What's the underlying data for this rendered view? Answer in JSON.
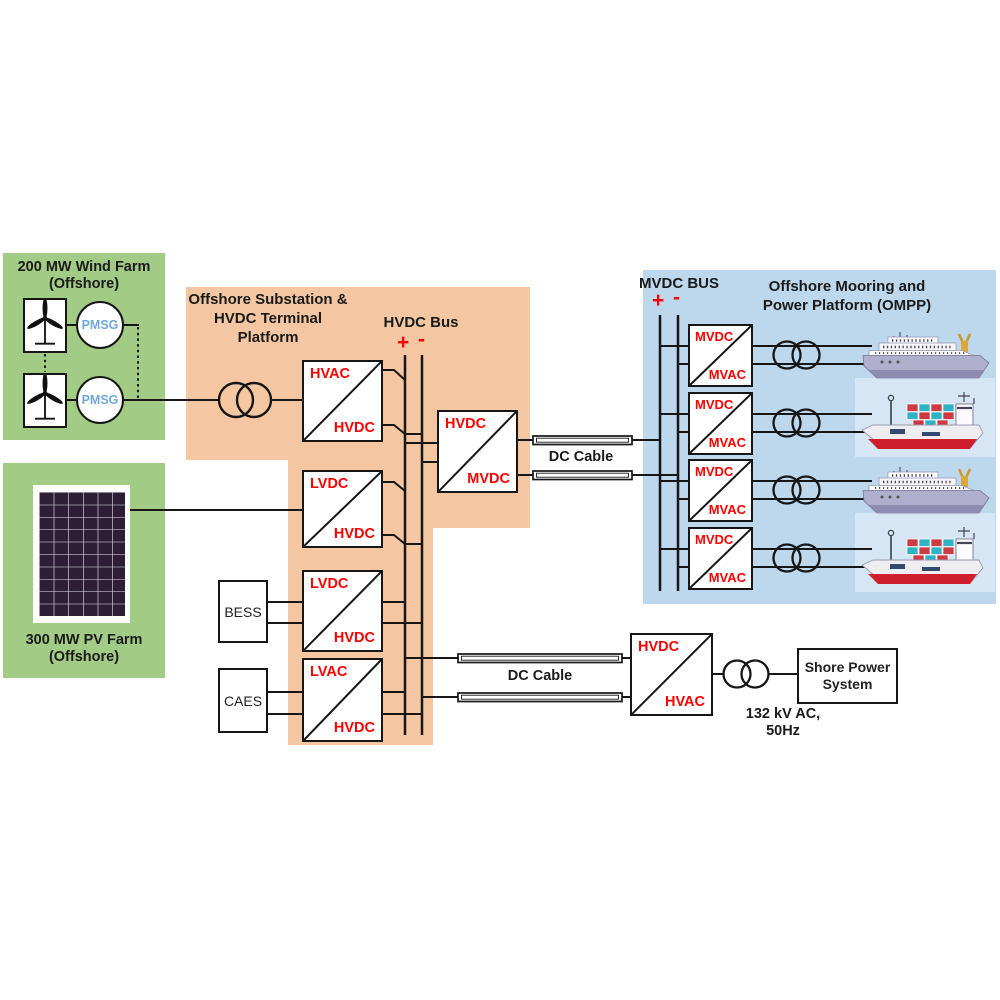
{
  "wind_farm": {
    "title": "200 MW Wind Farm",
    "subtitle": "(Offshore)",
    "generator1": "PMSG",
    "generator2": "PMSG"
  },
  "pv_farm": {
    "title": "300 MW PV Farm",
    "subtitle": "(Offshore)"
  },
  "substation_platform": {
    "line1": "Offshore Substation &",
    "line2": "HVDC Terminal",
    "line3": "Platform"
  },
  "hvdc_bus": {
    "label": "HVDC Bus",
    "plus": "+",
    "minus": "-"
  },
  "mvdc_bus": {
    "label": "MVDC BUS",
    "plus": "+",
    "minus": "-"
  },
  "ompp": {
    "line1": "Offshore Mooring and",
    "line2": "Power Platform (OMPP)"
  },
  "storage": {
    "bess": "BESS",
    "caes": "CAES"
  },
  "converters": {
    "wind": {
      "top": "HVAC",
      "bottom": "HVDC"
    },
    "pv": {
      "top": "LVDC",
      "bottom": "HVDC"
    },
    "bess": {
      "top": "LVDC",
      "bottom": "HVDC"
    },
    "caes": {
      "top": "LVAC",
      "bottom": "HVDC"
    },
    "hvdc_mvdc": {
      "top": "HVDC",
      "bottom": "MVDC"
    },
    "shore": {
      "top": "HVDC",
      "bottom": "HVAC"
    },
    "ships": [
      {
        "top": "MVDC",
        "bottom": "MVAC"
      },
      {
        "top": "MVDC",
        "bottom": "MVAC"
      },
      {
        "top": "MVDC",
        "bottom": "MVAC"
      },
      {
        "top": "MVDC",
        "bottom": "MVAC"
      }
    ]
  },
  "cables": {
    "top_label": "DC Cable",
    "bottom_label": "DC Cable"
  },
  "shore": {
    "box_line1": "Shore Power",
    "box_line2": "System",
    "ac_line1": "132 kV AC,",
    "ac_line2": "50Hz"
  },
  "colors": {
    "farm_green": "#a2cb85",
    "platform_orange": "#f4c7a2",
    "ompp_blue": "#bdd7ec",
    "container_ship_bg": "#d7e6f4",
    "label_red": "#ff0000",
    "pmsg_blue": "#6fa8dc",
    "line_black": "#161616"
  }
}
